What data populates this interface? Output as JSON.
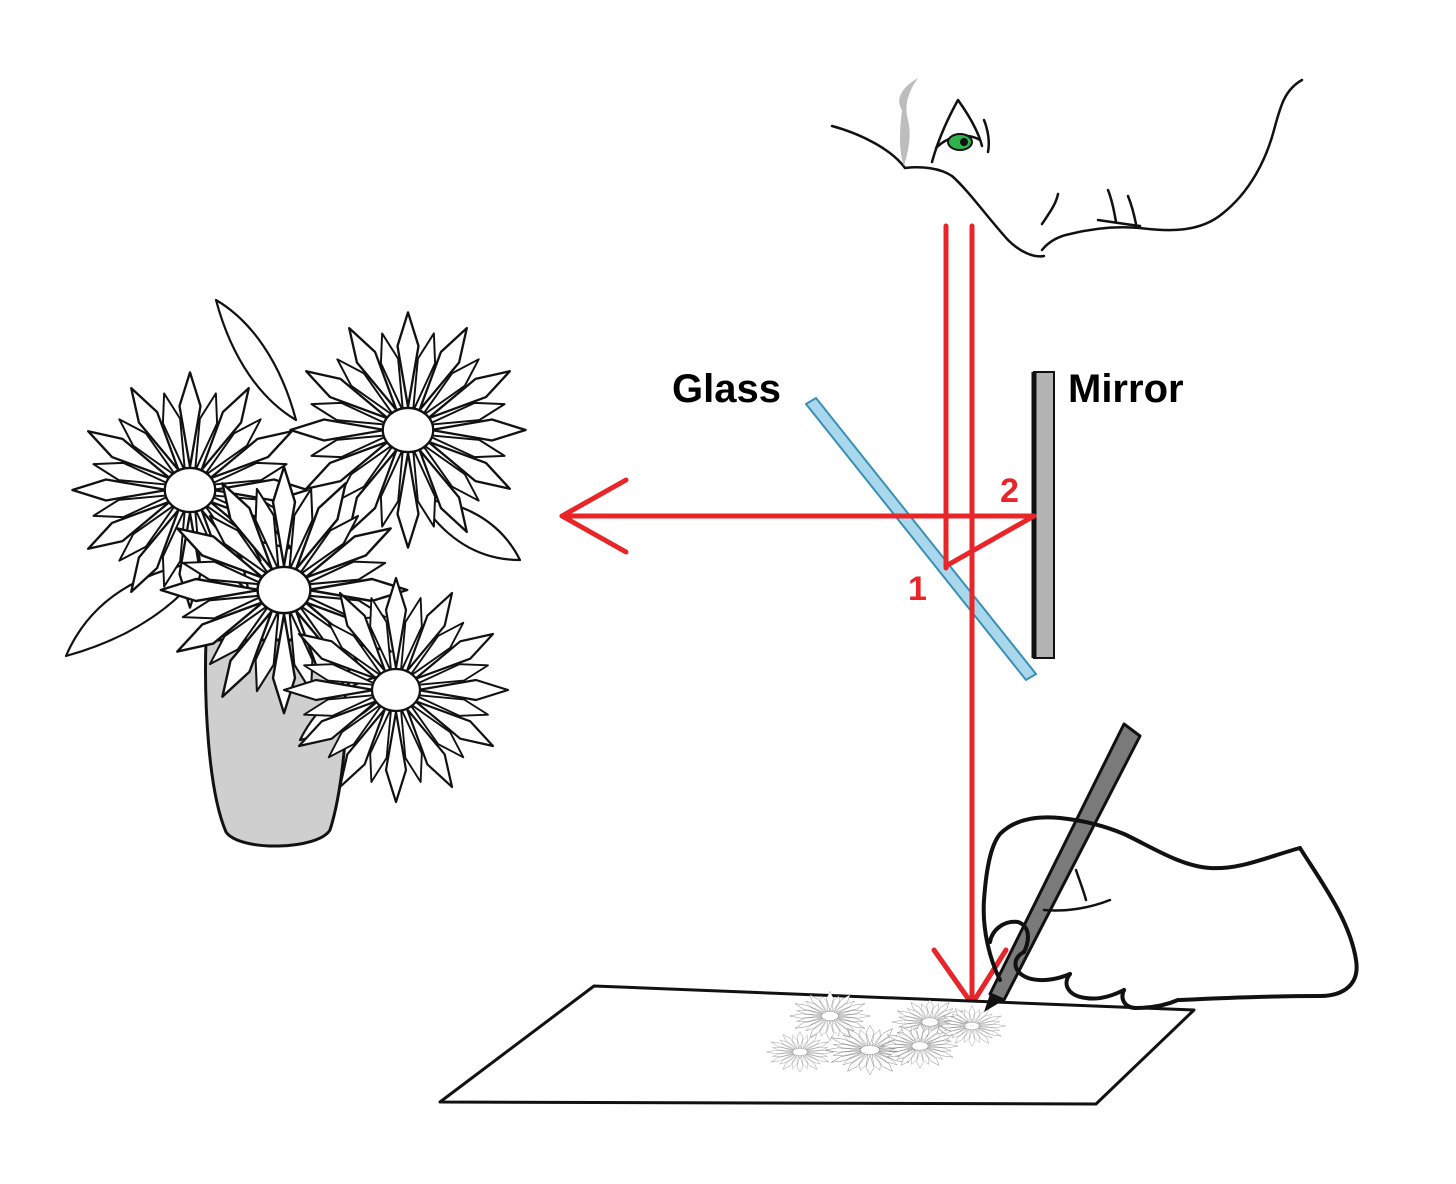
{
  "labels": {
    "glass": "Glass",
    "mirror": "Mirror",
    "point_1": "1",
    "point_2": "2"
  },
  "colors": {
    "ray": "#e8262a",
    "glass_fill": "#a9d8ec",
    "glass_edge": "#3a8fb5",
    "mirror_fill": "#b3b3b3",
    "vase_fill": "#cfcfcf",
    "eye_iris": "#2fb34a",
    "pencil_fill": "#7a7a7a"
  },
  "icons": {
    "observer": "face-profile-icon",
    "eye": "eye-icon",
    "subject": "flower-vase-icon",
    "hand": "drawing-hand-icon",
    "paper": "paper-sheet-icon"
  }
}
